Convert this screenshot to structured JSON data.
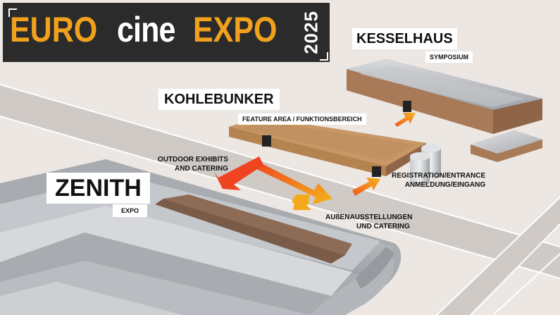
{
  "logo": {
    "word1": "EURO",
    "word2": "cine",
    "word3": "EXPO",
    "year": "2025",
    "colors": {
      "accent": "#f2a11d",
      "text": "#ffffff",
      "background": "#2b2b2b"
    }
  },
  "buildings": {
    "zenith": {
      "name": "ZENITH",
      "subtitle": "EXPO"
    },
    "kohlebunker": {
      "name": "KOHLEBUNKER",
      "subtitle": "FEATURE AREA / FUNKTIONSBEREICH"
    },
    "kesselhaus": {
      "name": "KESSELHAUS",
      "subtitle": "SYMPOSIUM"
    }
  },
  "annotations": {
    "outdoor_en_1": "OUTDOOR EXHIBITS",
    "outdoor_en_2": "AND CATERING",
    "outdoor_de_1": "AUßENAUSSTELLUNGEN",
    "outdoor_de_2": "UND CATERING",
    "registration_en": "REGISTRATION/ENTRANCE",
    "registration_de": "ANMELDUNG/EINGANG"
  },
  "icons": [
    "arrow-icon",
    "entrance-door-icon",
    "silo-icon"
  ],
  "colors": {
    "ground": "#ece7e2",
    "road": "#c9c4c0",
    "roof": "#b9bcc1",
    "wall": "#a97a58",
    "arrow_start": "#f04a1e",
    "arrow_end": "#f4b41c"
  }
}
